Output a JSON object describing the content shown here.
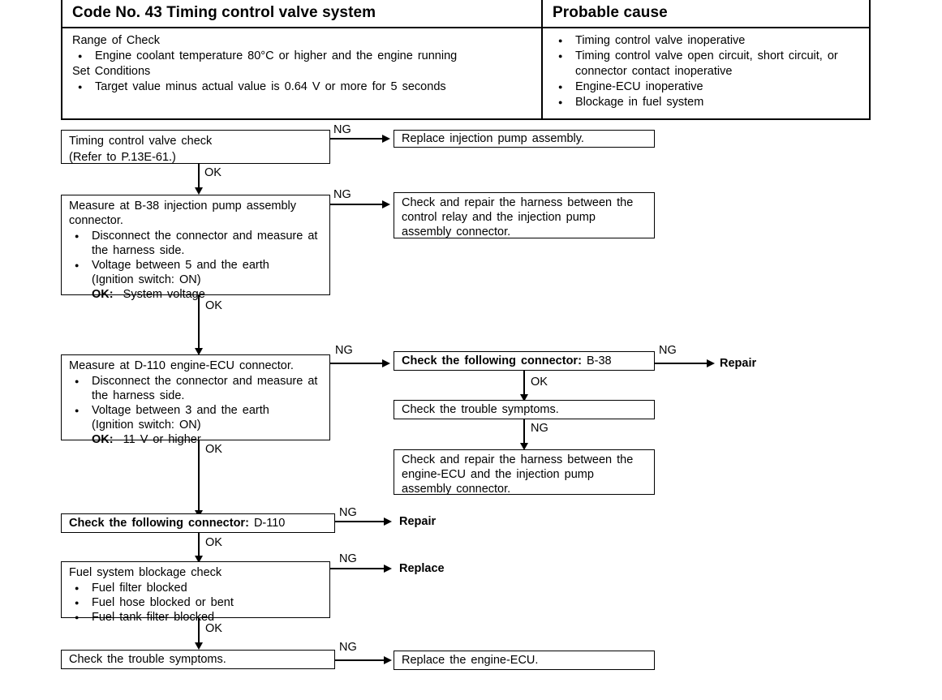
{
  "header": {
    "code_title": "Code No. 43 Timing control valve system",
    "cause_title": "Probable cause",
    "range_label": "Range of Check",
    "range_items": [
      "Engine coolant temperature 80°C or higher and the engine running"
    ],
    "set_label": "Set Conditions",
    "set_items": [
      "Target value minus actual value is 0.64 V or more for 5 seconds"
    ],
    "causes": [
      "Timing control valve inoperative",
      "Timing control valve open circuit, short circuit, or connector contact inoperative",
      "Engine-ECU inoperative",
      "Blockage in fuel system"
    ]
  },
  "flow": {
    "step1": {
      "line1": "Timing control valve check",
      "line2": "(Refer to P.13E-61.)"
    },
    "step1_ng_box": "Replace injection pump assembly.",
    "step2": {
      "line1": "Measure at B-38 injection pump assembly",
      "line2": "connector.",
      "bullets": [
        "Disconnect the connector and measure at the harness side.",
        "Voltage between 5 and the earth"
      ],
      "sub1": "(Ignition switch: ON)",
      "ok_label": "OK:",
      "ok_value": "System voltage"
    },
    "step2_ng_box": "Check and repair the harness between the control relay and the injection pump assembly connector.",
    "step3": {
      "line1": "Measure at D-110 engine-ECU connector.",
      "bullets": [
        "Disconnect the connector and measure at the harness side.",
        "Voltage between 3 and the earth"
      ],
      "sub1": "(Ignition switch: ON)",
      "ok_label": "OK:",
      "ok_value": "11 V or higher"
    },
    "step3_ng_box_bold": "Check the following connector:",
    "step3_ng_box_value": "B-38",
    "step3_ng_repair": "Repair",
    "check_symptoms_mid": "Check the trouble symptoms.",
    "harness_ecu_box": "Check and repair the harness between the engine-ECU and the injection pump assembly connector.",
    "step4_bold": "Check the following connector:",
    "step4_value": "D-110",
    "step4_repair": "Repair",
    "step5": {
      "title": "Fuel system blockage check",
      "bullets": [
        "Fuel filter blocked",
        "Fuel hose blocked or bent",
        "Fuel tank filter blocked"
      ]
    },
    "step5_replace": "Replace",
    "step6": "Check the trouble symptoms.",
    "step6_ng_box": "Replace the engine-ECU."
  },
  "labels": {
    "ng": "NG",
    "ok": "OK"
  }
}
